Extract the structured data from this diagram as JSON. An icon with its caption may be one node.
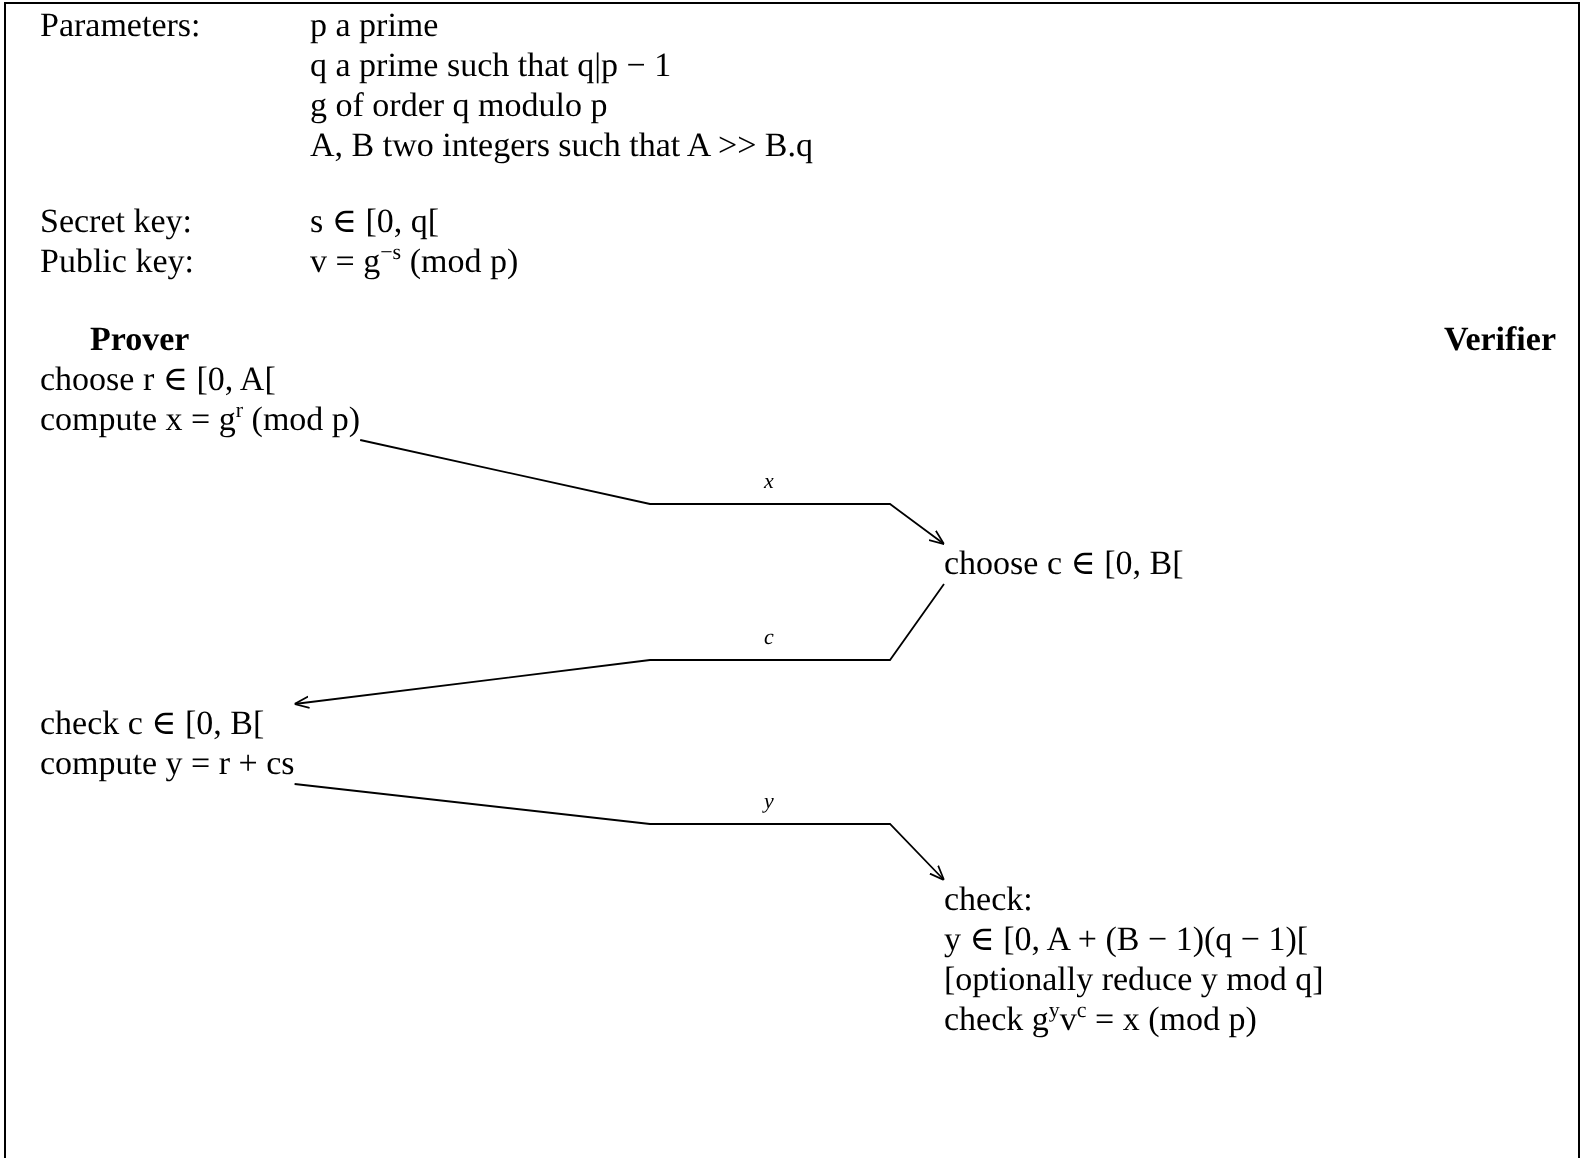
{
  "diagram": {
    "nodes": [
      {
        "text": [
          "choose r ∈ [0, A[",
          "compute x = g$^{r}$ (mod p)"
        ]
      },
      {
        "text": [
          "choose c ∈ [0, B["
        ]
      },
      {
        "text": [
          "check c ∈ [0, B[",
          "compute y = r + cs"
        ]
      },
      {
        "text": [
          "check:",
          "y ∈ [0, A + (B − 1)(q − 1)[",
          "[optionally reduce y mod q]",
          "check g$^{y}$v$^{c}$ = x (mod p)"
        ]
      }
    ],
    "edges": [
      {
        "from": 0,
        "to": 1,
        "arrow": "to",
        "label": "x"
      },
      {
        "from": 1,
        "to": 2,
        "arrow": "to",
        "label": "c"
      },
      {
        "from": 2,
        "to": 3,
        "arrow": "to",
        "label": "y"
      }
    ],
    "labels": [
      "Parameters:",
      "p a prime",
      "q a prime such that q|p − 1",
      "g of order q modulo p",
      "A, B two integers such that A >> B.q",
      "Secret key:",
      "s ∈ [0, q[",
      "Public key:",
      "v = g$^{−s}$ (mod p)",
      "Prover",
      "Verifier"
    ]
  }
}
